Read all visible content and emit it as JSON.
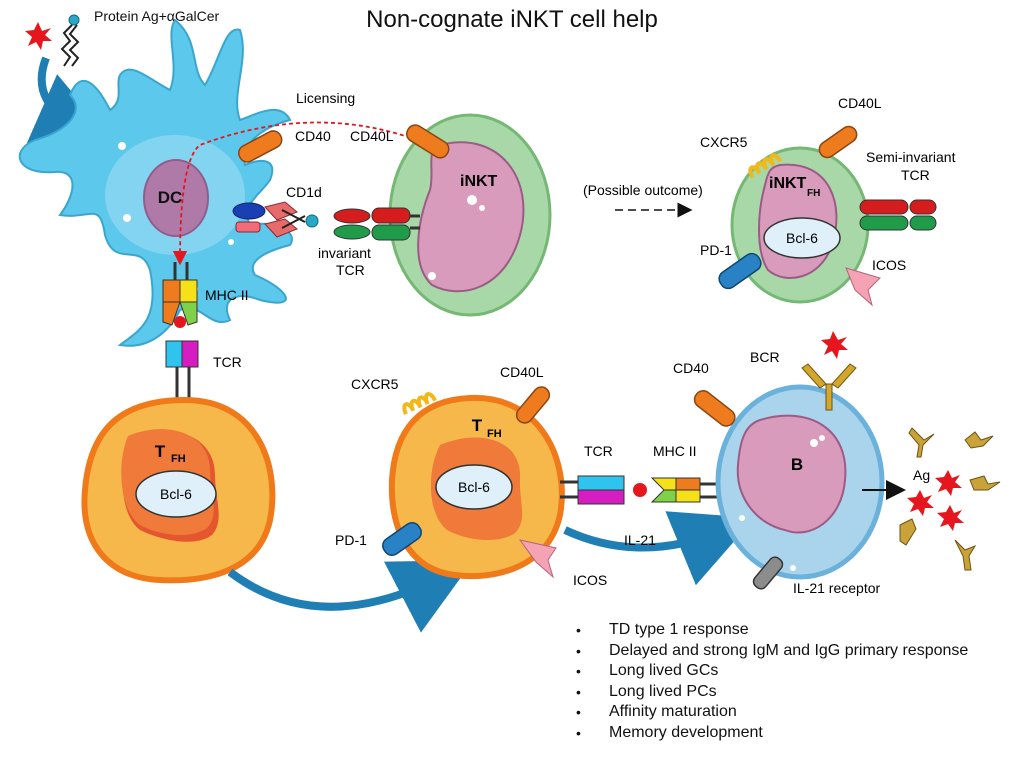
{
  "title": "Non-cognate iNKT cell help",
  "antigen_label": "Protein Ag+αGalCer",
  "licensing_label": "Licensing",
  "possible_outcome_label": "(Possible outcome)",
  "dc": {
    "name": "DC",
    "cd40": "CD40",
    "cd1d": "CD1d",
    "mhc2": "MHC II"
  },
  "inkt": {
    "name": "iNKT",
    "cd40l": "CD40L",
    "tcr": [
      "invariant",
      "TCR"
    ]
  },
  "inkt_fh": {
    "name": "iNKT",
    "sub": "FH",
    "cxcr5": "CXCR5",
    "cd40l": "CD40L",
    "tcr": [
      "Semi-invariant",
      "TCR"
    ],
    "bcl6": "Bcl-6",
    "pd1": "PD-1",
    "icos": "ICOS"
  },
  "tfh_left": {
    "name": "T",
    "sub": "FH",
    "tcr": "TCR",
    "bcl6": "Bcl-6"
  },
  "tfh_mid": {
    "name": "T",
    "sub": "FH",
    "cxcr5": "CXCR5",
    "cd40l": "CD40L",
    "bcl6": "Bcl-6",
    "pd1": "PD-1",
    "icos": "ICOS",
    "tcr": "TCR",
    "mhc2": "MHC II",
    "il21": "IL-21"
  },
  "bcell": {
    "name": "B",
    "cd40": "CD40",
    "bcr": "BCR",
    "il21r": "IL-21 receptor",
    "ag": "Ag"
  },
  "outcomes": [
    "TD type 1 response",
    "Delayed and strong IgM and IgG primary response",
    "Long lived GCs",
    "Long lived PCs",
    "Affinity maturation",
    "Memory development"
  ],
  "colors": {
    "dc": "#5bc8ec",
    "nucleus": "#c98fb0",
    "inkt_cyto": "#a8d8a8",
    "tfh_cyto": "#f6b84a",
    "tfh_nucleus": "#f07a3a",
    "b_cyto": "#a9d4ec",
    "arrow_blue": "#1f7fb5",
    "red_star": "#e5161d"
  }
}
